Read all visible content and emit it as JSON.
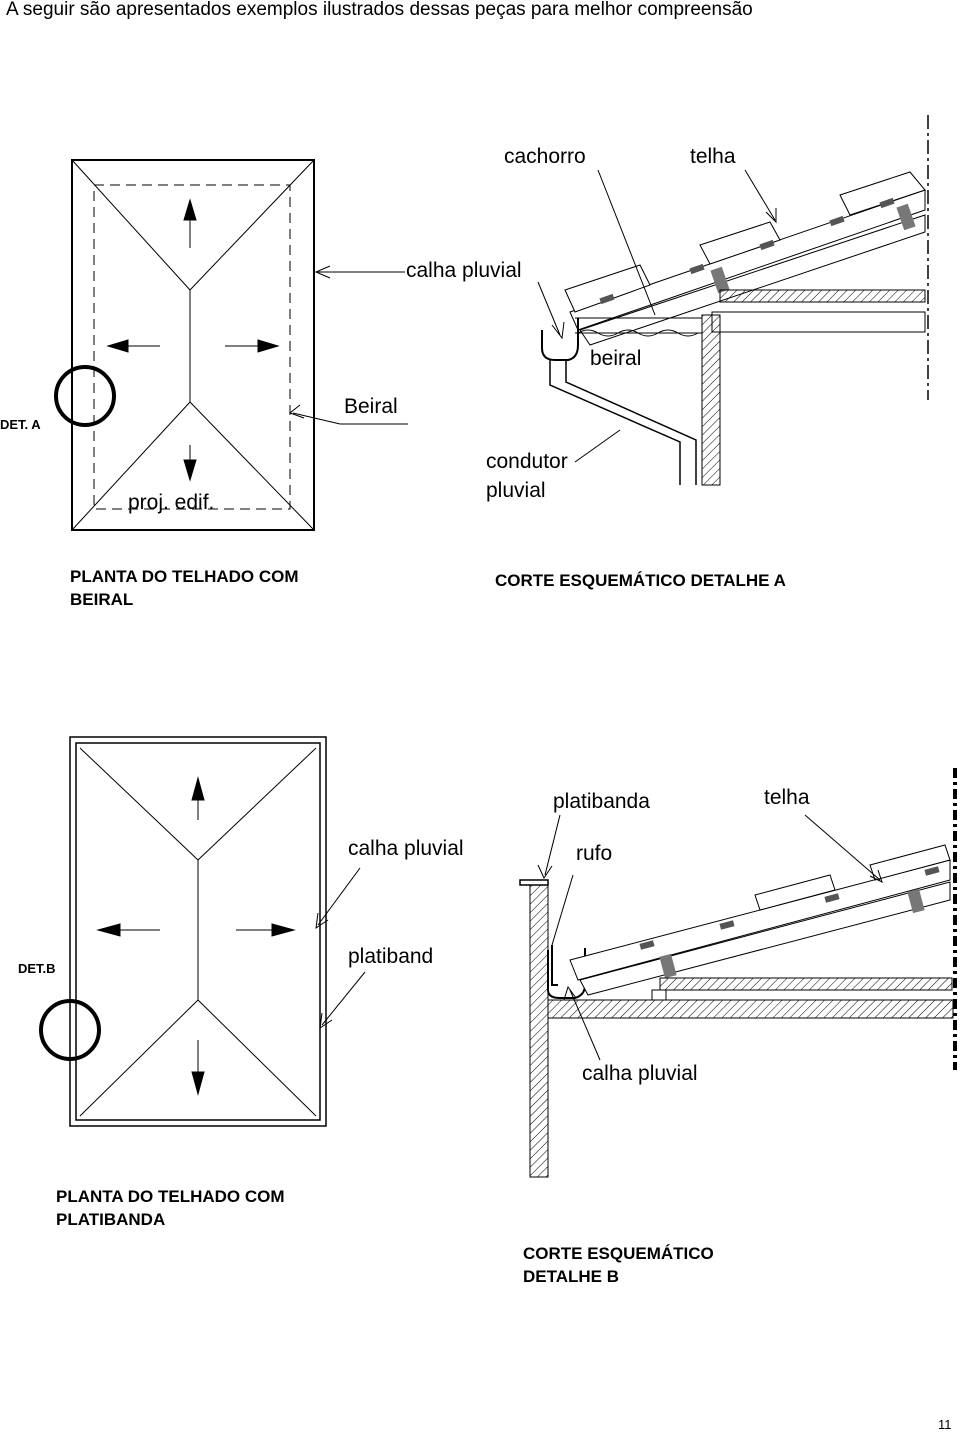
{
  "intro": "A seguir são apresentados exemplos ilustrados dessas peças para melhor compreensão",
  "detail_a": {
    "plan_marker": "DET. A",
    "plan_labels": {
      "beiral": "Beiral",
      "proj_edif": "proj. edif."
    },
    "plan_caption": [
      "PLANTA DO TELHADO COM",
      "BEIRAL"
    ],
    "section_labels": {
      "cachorro": "cachorro",
      "telha": "telha",
      "calha_pluvial": "calha pluvial",
      "beiral": "beiral",
      "condutor": "condutor",
      "pluvial": "pluvial"
    },
    "section_caption": "CORTE ESQUEMÁTICO DETALHE A"
  },
  "detail_b": {
    "plan_marker": "DET.B",
    "plan_labels": {
      "calha_pluvial": "calha pluvial",
      "platiband": "platiband"
    },
    "plan_caption": [
      "PLANTA DO TELHADO COM",
      "PLATIBANDA"
    ],
    "section_labels": {
      "platibanda": "platibanda",
      "telha": "telha",
      "rufo": "rufo",
      "calha_pluvial": "calha pluvial"
    },
    "section_caption": [
      "CORTE ESQUEMÁTICO",
      "DETALHE B"
    ]
  },
  "page_number": "11"
}
